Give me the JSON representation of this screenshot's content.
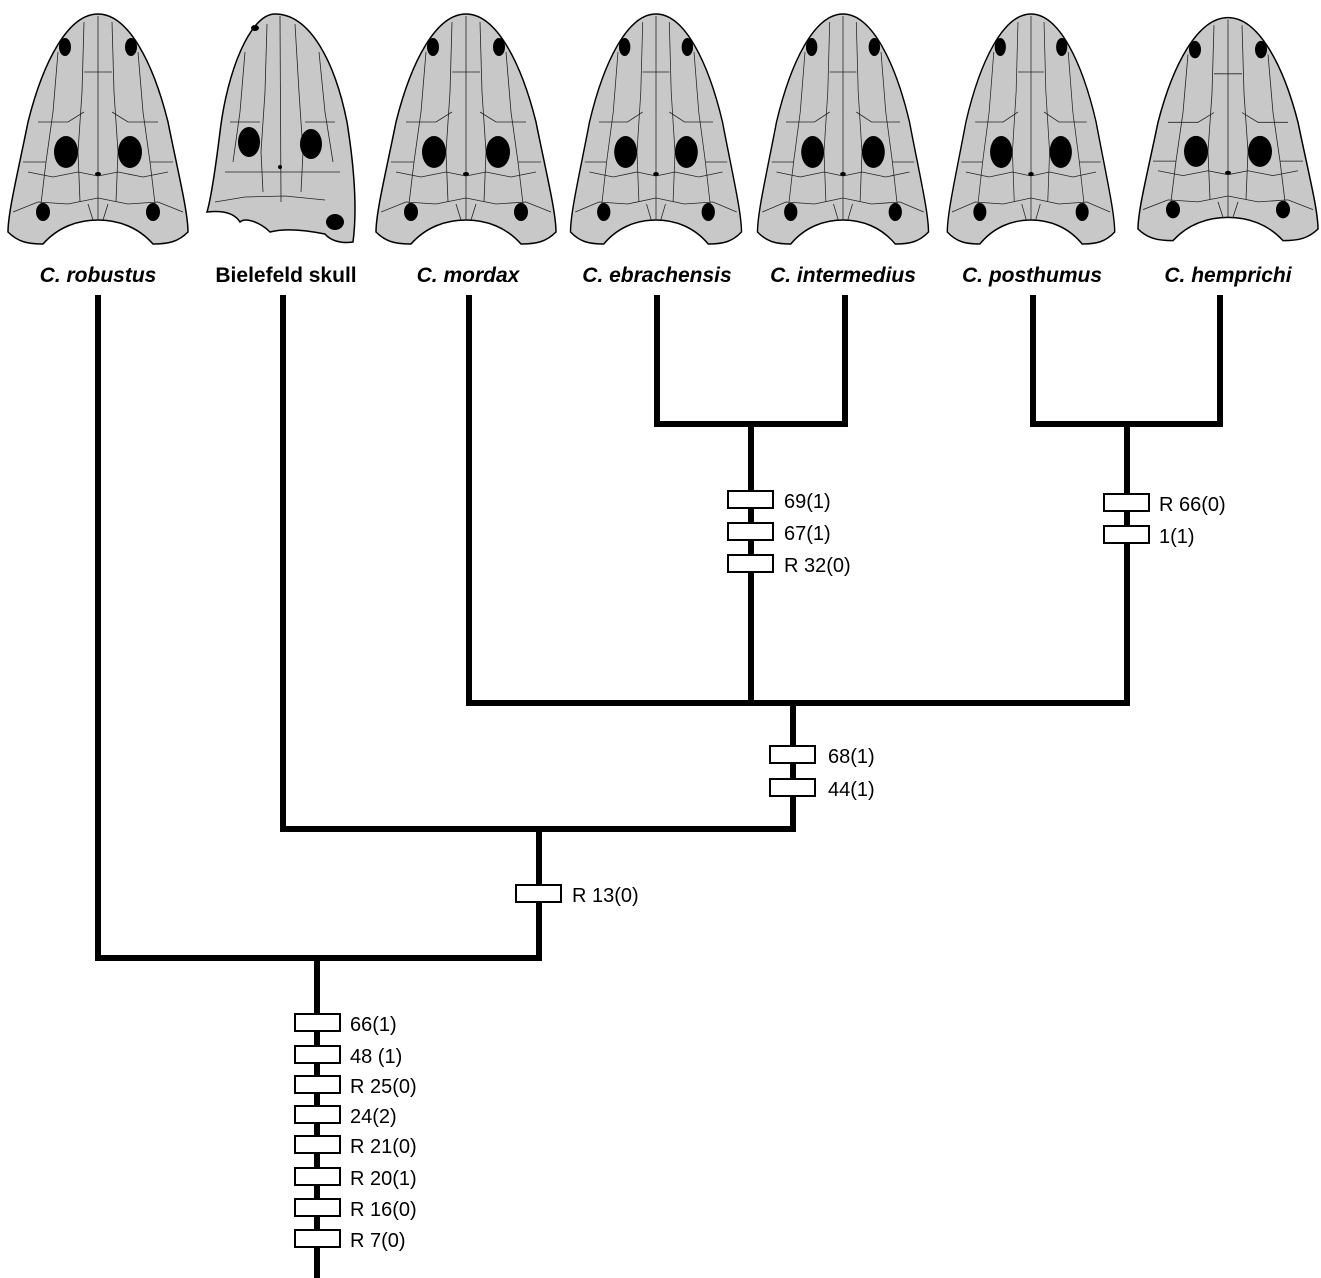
{
  "taxa": [
    {
      "id": "robustus",
      "label": "C. robustus",
      "italic": true
    },
    {
      "id": "bielefeld",
      "label": "Bielefeld skull",
      "italic": false
    },
    {
      "id": "mordax",
      "label": "C. mordax",
      "italic": true
    },
    {
      "id": "ebrachensis",
      "label": "C. ebrachensis",
      "italic": true
    },
    {
      "id": "intermedius",
      "label": "C. intermedius",
      "italic": true
    },
    {
      "id": "posthumus",
      "label": "C. posthumus",
      "italic": true
    },
    {
      "id": "hemprichi",
      "label": "C. hemprichi",
      "italic": true
    }
  ],
  "nodes": {
    "ebrachensis_intermedius": {
      "characters": [
        "69(1)",
        "67(1)",
        "R 32(0)"
      ]
    },
    "posthumus_hemprichi": {
      "characters": [
        "R 66(0)",
        "1(1)"
      ]
    },
    "mordax_clade": {
      "characters": [
        "68(1)",
        "44(1)"
      ]
    },
    "bielefeld_clade": {
      "characters": [
        "R 13(0)"
      ]
    },
    "root": {
      "characters": [
        "66(1)",
        "48 (1)",
        "R 25(0)",
        "24(2)",
        "R 21(0)",
        "R 20(1)",
        "R 16(0)",
        "R 7(0)"
      ]
    }
  },
  "colors": {
    "skull_fill": "#c8c8c8",
    "line": "#000000",
    "openings": "#000000"
  }
}
